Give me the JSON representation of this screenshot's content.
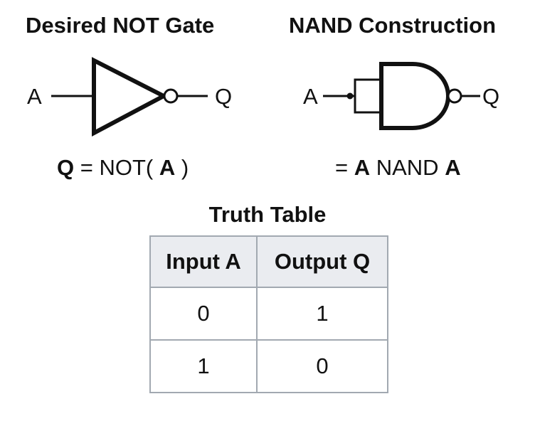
{
  "not_gate": {
    "title": "Desired NOT Gate",
    "input_label": "A",
    "output_label": "Q",
    "expression": {
      "lhs": "Q",
      "eq": " = NOT( ",
      "operand": "A",
      "close": " )"
    }
  },
  "nand_gate": {
    "title": "NAND Construction",
    "input_label": "A",
    "output_label": "Q",
    "expression": {
      "eq": "= ",
      "a1": "A",
      "op": " NAND ",
      "a2": "A"
    }
  },
  "truth_table": {
    "title": "Truth Table",
    "headers": [
      "Input A",
      "Output Q"
    ],
    "rows": [
      [
        "0",
        "1"
      ],
      [
        "1",
        "0"
      ]
    ]
  },
  "colors": {
    "ink": "#111111",
    "table_border": "#a2a9b1",
    "header_bg": "#eaecf0"
  }
}
